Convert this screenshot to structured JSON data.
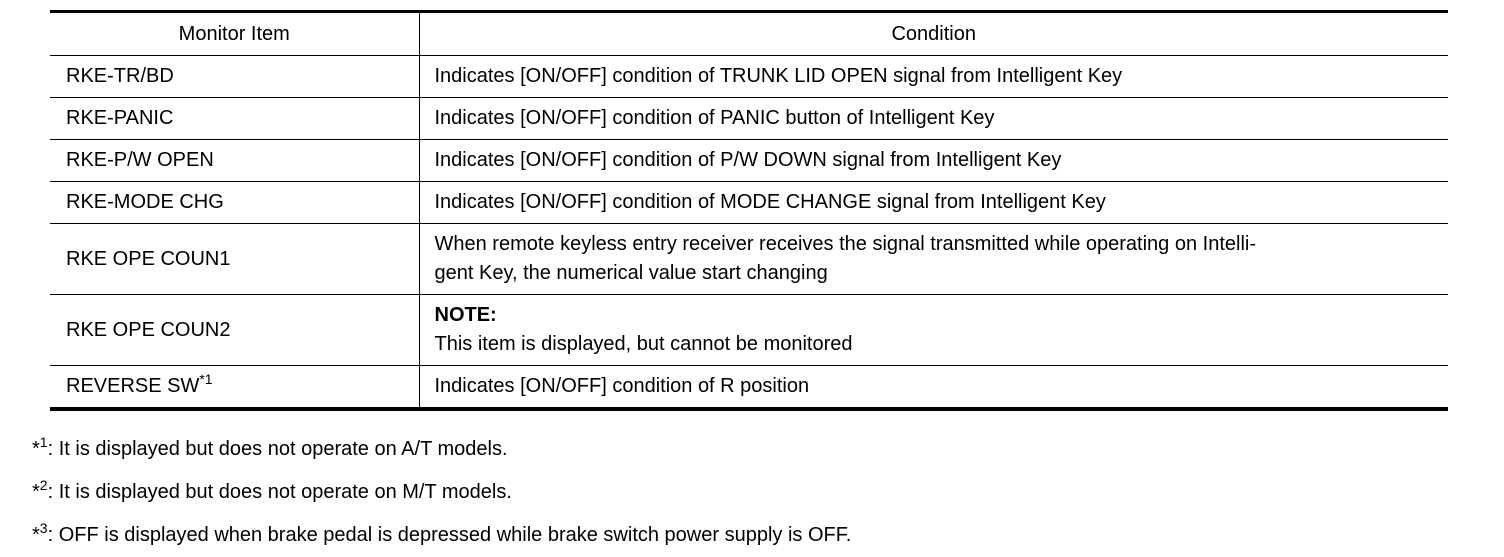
{
  "table": {
    "headers": [
      "Monitor Item",
      "Condition"
    ],
    "rows": [
      {
        "item": "RKE-TR/BD",
        "condition": "Indicates [ON/OFF] condition of TRUNK LID OPEN signal from Intelligent Key"
      },
      {
        "item": "RKE-PANIC",
        "condition": "Indicates [ON/OFF] condition of PANIC button of Intelligent Key"
      },
      {
        "item": "RKE-P/W OPEN",
        "condition": "Indicates [ON/OFF] condition of P/W DOWN signal from Intelligent Key"
      },
      {
        "item": "RKE-MODE CHG",
        "condition": "Indicates [ON/OFF] condition of MODE CHANGE signal from Intelligent Key"
      },
      {
        "item": "RKE OPE COUN1",
        "condition_line1": "When remote keyless entry receiver receives the signal transmitted while operating on Intelli-",
        "condition_line2": "gent Key, the numerical value start changing"
      },
      {
        "item": "RKE OPE COUN2",
        "note_label": "NOTE:",
        "note_text": "This item is displayed, but cannot be monitored"
      },
      {
        "item": "REVERSE SW",
        "item_sup": "*1",
        "condition": "Indicates [ON/OFF] condition of R position"
      }
    ]
  },
  "footnotes": [
    {
      "mark": "*",
      "sup": "1",
      "text": ": It is displayed but does not operate on A/T models."
    },
    {
      "mark": "*",
      "sup": "2",
      "text": ": It is displayed but does not operate on M/T models."
    },
    {
      "mark": "*",
      "sup": "3",
      "text": ": OFF is displayed when brake pedal is depressed while brake switch power supply is OFF."
    }
  ]
}
